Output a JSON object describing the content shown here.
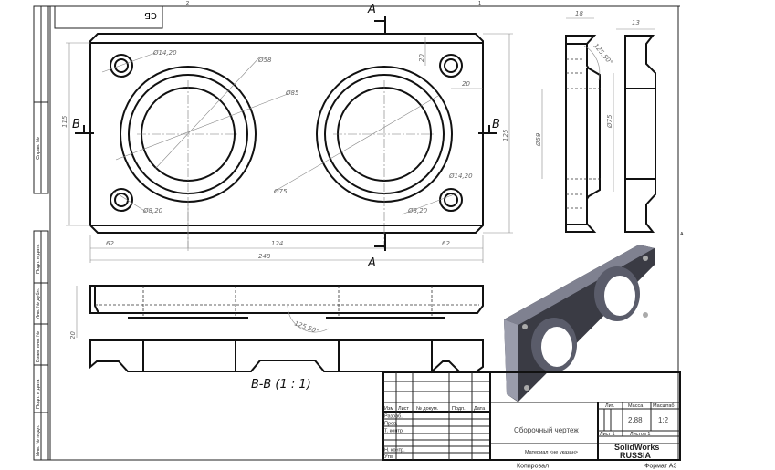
{
  "sheet": {
    "top_box_label": "СБ",
    "side_strip": [
      "Справ. №",
      "Подп. и дата",
      "Инв. № дубл.",
      "Взам. инв. №",
      "Подп. и дата",
      "Инв. № подл."
    ],
    "border_marks": [
      "2",
      "1",
      "A"
    ]
  },
  "views": {
    "section_a_label": "A",
    "section_b_label": "B",
    "section_title": "B-B (1 : 1)",
    "top_dims": {
      "d_small_top": "Ø14,20",
      "d_58": "Ø58",
      "d_85": "Ø85",
      "d_75": "Ø75",
      "d_small_left": "Ø8,20",
      "d_small_right_top": "Ø14,20",
      "d_small_right": "Ø8,20",
      "offset_v": "20",
      "offset_h": "20",
      "height_left": "115",
      "height_right": "125",
      "w_left": "62",
      "w_mid": "124",
      "w_right": "62",
      "w_total": "248"
    },
    "side_dims": {
      "thickness": "18",
      "section_thickness": "13",
      "angle": "125,50°",
      "d59": "Ø59",
      "d75": "Ø75"
    },
    "front_dims": {
      "height": "20",
      "angle": "125,50°"
    }
  },
  "title_block": {
    "headers": [
      "Изм",
      "Лист",
      "№ докум.",
      "Подп.",
      "Дата"
    ],
    "rows": [
      "Разраб.",
      "Пров.",
      "Т. контр.",
      "",
      "Н. контр.",
      "Утв."
    ],
    "lit_label": "Лит.",
    "mass_label": "Масса",
    "scale_label": "Масштаб",
    "mass": "2.88",
    "scale": "1:2",
    "doc_title": "Сборочный чертеж",
    "sheet": "Лист 1",
    "sheets": "Листов 1",
    "material": "Материал <не указан>",
    "company_line1": "SolidWorks",
    "company_line2": "RUSSIA",
    "copied": "Копировал",
    "format": "Формат A3"
  },
  "colors": {
    "line": "#111111",
    "render_body": "#3a3b44",
    "render_face": "#8a8c9c"
  }
}
